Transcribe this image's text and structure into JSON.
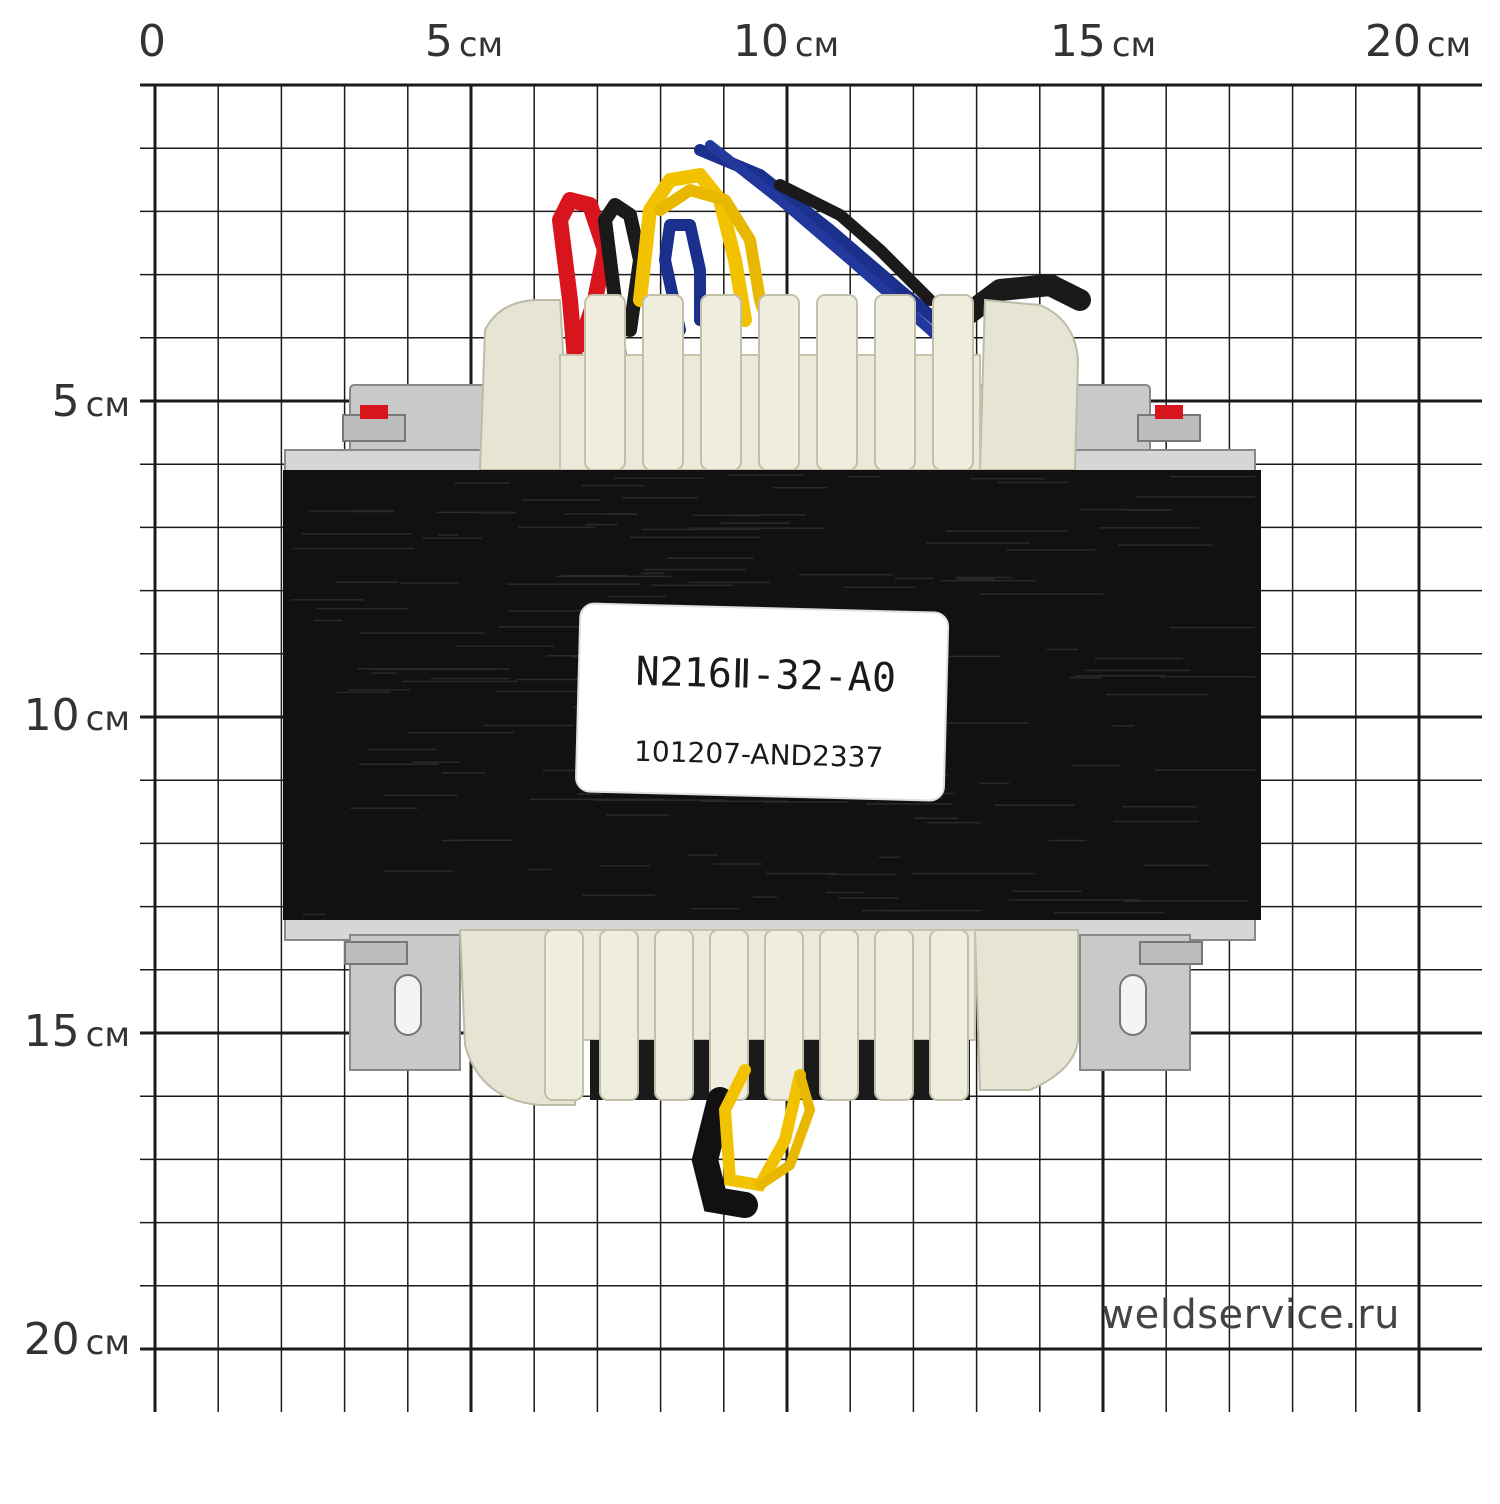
{
  "ruler": {
    "unit": "см",
    "top_labels": [
      {
        "num": "0",
        "unit": ""
      },
      {
        "num": "5",
        "unit": "см"
      },
      {
        "num": "10",
        "unit": "см"
      },
      {
        "num": "15",
        "unit": "см"
      },
      {
        "num": "20",
        "unit": "см"
      }
    ],
    "left_labels": [
      {
        "num": "5",
        "unit": "см"
      },
      {
        "num": "10",
        "unit": "см"
      },
      {
        "num": "15",
        "unit": "см"
      },
      {
        "num": "20",
        "unit": "см"
      }
    ]
  },
  "label": {
    "model": "N216Ⅱ-32-A0",
    "serial": "101207-AND2337"
  },
  "watermark": "weldservice.ru",
  "colors": {
    "grid": "#1a1a1a",
    "core": "#111111",
    "bobbin": "#e8e6d6",
    "bracket": "#c8c8c8",
    "wire_red": "#d8141c",
    "wire_yellow": "#f2c200",
    "wire_blue": "#1b2f8c",
    "wire_black": "#1a1a1a"
  }
}
